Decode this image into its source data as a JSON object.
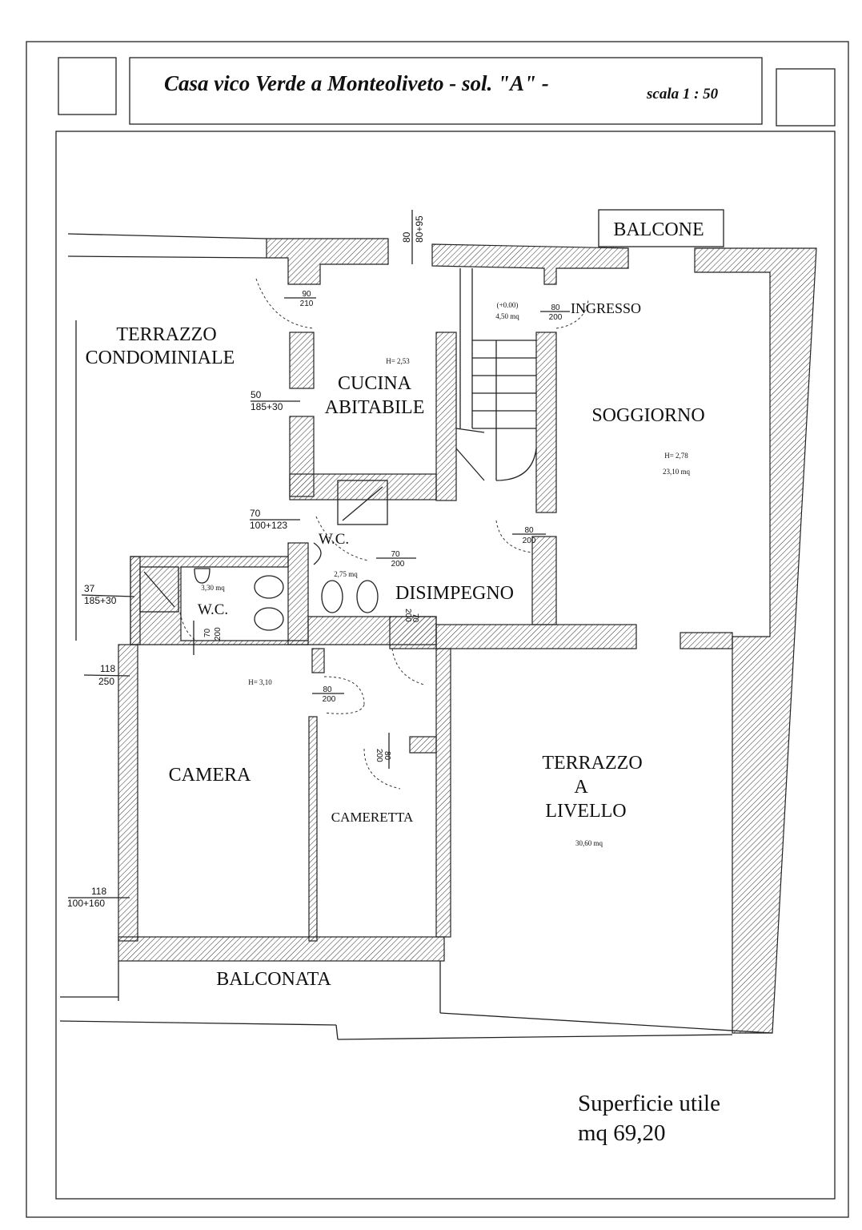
{
  "title": {
    "main": "Casa vico Verde a Monteoliveto - sol. \"A\" -",
    "scale": "scala  1 : 50"
  },
  "rooms": {
    "terrazzo_condominiale": [
      "TERRAZZO",
      "CONDOMINIALE"
    ],
    "balcone": "BALCONE",
    "ingresso": "INGRESSO",
    "ingresso_level": "(+0.00)",
    "ingresso_area": "4,50  mq",
    "cucina": [
      "CUCINA",
      "ABITABILE"
    ],
    "cucina_height": "H= 2,53",
    "soggiorno": "SOGGIORNO",
    "soggiorno_height": "H= 2,78",
    "soggiorno_area": "23,10  mq",
    "wc1": "W.C.",
    "wc1_area": "2,75  mq",
    "wc2": "W.C.",
    "wc2_area": "3,30  mq",
    "disimpegno": "DISIMPEGNO",
    "camera": "CAMERA",
    "camera_height": "H= 3,10",
    "cameretta": "CAMERETTA",
    "terrazzo_livello": [
      "TERRAZZO",
      "A",
      "LIVELLO"
    ],
    "terrazzo_livello_area": "30,60  mq",
    "balconata": "BALCONATA"
  },
  "dimensions": {
    "top_window": [
      "80",
      "80+95"
    ],
    "door_cucina": [
      "90",
      "210"
    ],
    "door_ingresso": [
      "80",
      "200"
    ],
    "win_cucina": [
      "50",
      "185+30"
    ],
    "win_wc1": [
      "70",
      "100+123"
    ],
    "door_soggiorno": [
      "80",
      "200"
    ],
    "door_wc1": [
      "70",
      "200"
    ],
    "win_wc2": [
      "37",
      "185+30"
    ],
    "door_wc2": [
      "70",
      "200"
    ],
    "door_disimpegno": [
      "70",
      "200"
    ],
    "win_camera1": [
      "118",
      "250"
    ],
    "door_camera": [
      "80",
      "200"
    ],
    "door_cameretta": [
      "80",
      "200"
    ],
    "win_camera2": [
      "118",
      "100+160"
    ]
  },
  "summary": {
    "line1": "Superficie utile",
    "line2": "mq 69,20"
  }
}
